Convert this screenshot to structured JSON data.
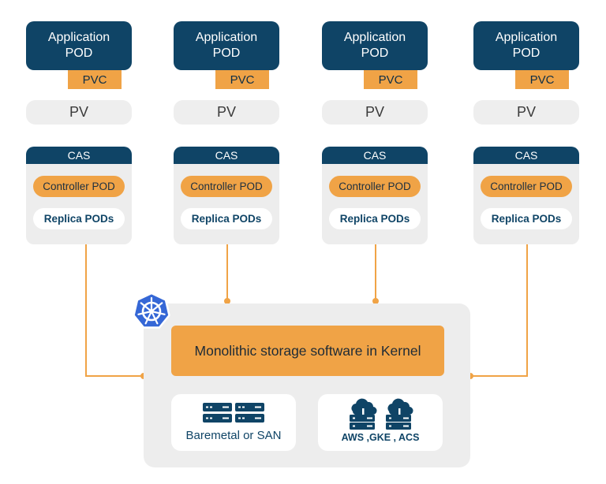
{
  "columns": [
    {
      "pod_label": "Application\nPOD",
      "pvc_label": "PVC",
      "pv_label": "PV",
      "cas_label": "CAS",
      "controller_label": "Controller POD",
      "replica_label": "Replica PODs"
    },
    {
      "pod_label": "Application\nPOD",
      "pvc_label": "PVC",
      "pv_label": "PV",
      "cas_label": "CAS",
      "controller_label": "Controller POD",
      "replica_label": "Replica PODs"
    },
    {
      "pod_label": "Application\nPOD",
      "pvc_label": "PVC",
      "pv_label": "PV",
      "cas_label": "CAS",
      "controller_label": "Controller POD",
      "replica_label": "Replica PODs"
    },
    {
      "pod_label": "Application\nPOD",
      "pvc_label": "PVC",
      "pv_label": "PV",
      "cas_label": "CAS",
      "controller_label": "Controller POD",
      "replica_label": "Replica PODs"
    }
  ],
  "node": {
    "kernel_label": "Monolithic storage software in Kernel",
    "baremetal_label": "Baremetal or SAN",
    "cloud_label": "AWS ,GKE , ACS",
    "logo_icon": "kubernetes-icon",
    "baremetal_icon": "server-rack-icon",
    "cloud_icon": "cloud-server-icon"
  },
  "colors": {
    "navy": "#0f4466",
    "orange": "#f0a346",
    "light_gray": "#ededed"
  }
}
